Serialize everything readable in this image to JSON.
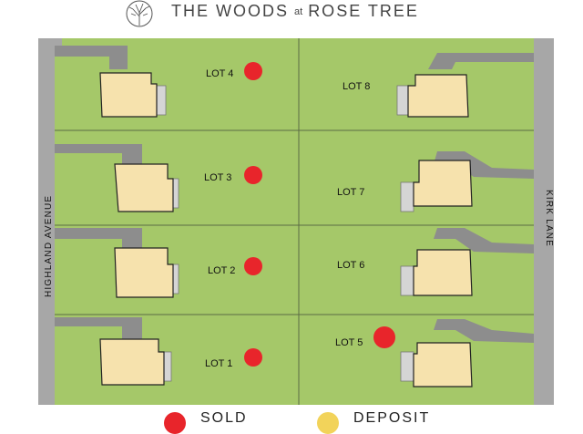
{
  "header": {
    "title_left": "THE WOODS",
    "title_at": "at",
    "title_right": "ROSE TREE"
  },
  "roads": {
    "left": "HIGHLAND AVENUE",
    "right": "KIRK LANE"
  },
  "lots": [
    {
      "label": "LOT 4",
      "status": "sold"
    },
    {
      "label": "LOT 8",
      "status": "available"
    },
    {
      "label": "LOT 3",
      "status": "sold"
    },
    {
      "label": "LOT 7",
      "status": "available"
    },
    {
      "label": "LOT 2",
      "status": "sold"
    },
    {
      "label": "LOT 6",
      "status": "available"
    },
    {
      "label": "LOT 1",
      "status": "sold"
    },
    {
      "label": "LOT 5",
      "status": "sold"
    }
  ],
  "legend": {
    "sold_label": "SOLD",
    "deposit_label": "DEPOSIT"
  },
  "colors": {
    "lawn": "#a5c869",
    "road": "#a7a7a7",
    "driveway": "#8d8d8d",
    "house": "#f6e2ad",
    "sold": "#e8252b",
    "deposit": "#f2d35a"
  }
}
